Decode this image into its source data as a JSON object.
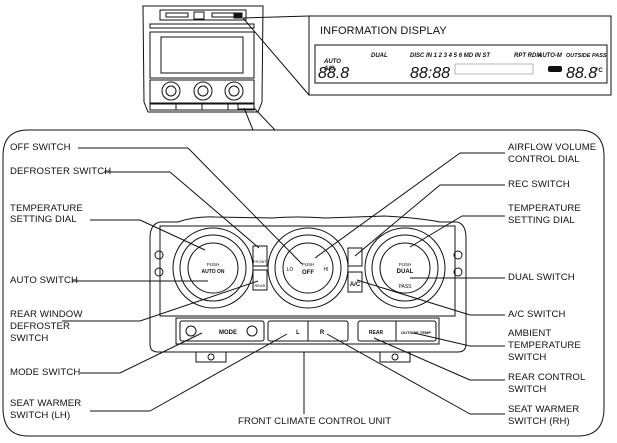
{
  "info_display": {
    "title": "INFORMATION DISPLAY",
    "segments": {
      "auto": "AUTO",
      "ac": "A/C",
      "dual": "DUAL",
      "disc": "DISC IN 1 2 3 4 5 6 MD IN ST",
      "rpt_rdm": "RPT RDM",
      "auto_m": "AUTO-M",
      "outside_pass": "OUTSIDE PASS",
      "temp_left": "88.8",
      "clock": "88:88",
      "temp_right": "88.8",
      "unit": "°C"
    }
  },
  "labels": {
    "off_switch": "OFF SWITCH",
    "defroster_switch": "DEFROSTER SWITCH",
    "temperature_dial_left": [
      "TEMPERATURE",
      "SETTING DIAL"
    ],
    "auto_switch": "AUTO SWITCH",
    "rear_window_defroster": [
      "REAR WINDOW",
      "DEFROSTER",
      "SWITCH"
    ],
    "mode_switch": "MODE SWITCH",
    "seat_warmer_lh": [
      "SEAT WARMER",
      "SWITCH (LH)"
    ],
    "front_climate_unit": "FRONT CLIMATE CONTROL UNIT",
    "airflow_dial": [
      "AIRFLOW VOLUME",
      "CONTROL DIAL"
    ],
    "rec_switch": "REC SWITCH",
    "temperature_dial_right": [
      "TEMPERATURE",
      "SETTING DIAL"
    ],
    "dual_switch": "DUAL SWITCH",
    "ac_switch": "A/C SWITCH",
    "ambient_temp_switch": [
      "AMBIENT",
      "TEMPERATURE",
      "SWITCH"
    ],
    "rear_control_switch": [
      "REAR CONTROL",
      "SWITCH"
    ],
    "seat_warmer_rh": [
      "SEAT WARMER",
      "SWITCH (RH)"
    ]
  },
  "panel": {
    "left_dial_push": "PUSH",
    "left_dial_auto_on": "AUTO ON",
    "center_dial_push": "PUSH",
    "center_dial_off": "OFF",
    "center_dial_lo": "LO",
    "center_dial_hi": "HI",
    "right_dial_push": "PUSH",
    "right_dial_dual": "DUAL",
    "right_dial_pass": "PASS",
    "front_label": "FRONT",
    "rear_label": "REAR",
    "ac_label": "A/C",
    "mode_label": "MODE",
    "seat_l": "L",
    "seat_r": "R",
    "rear_button": "REAR",
    "outside_temp": "OUTSIDE TEMP"
  }
}
